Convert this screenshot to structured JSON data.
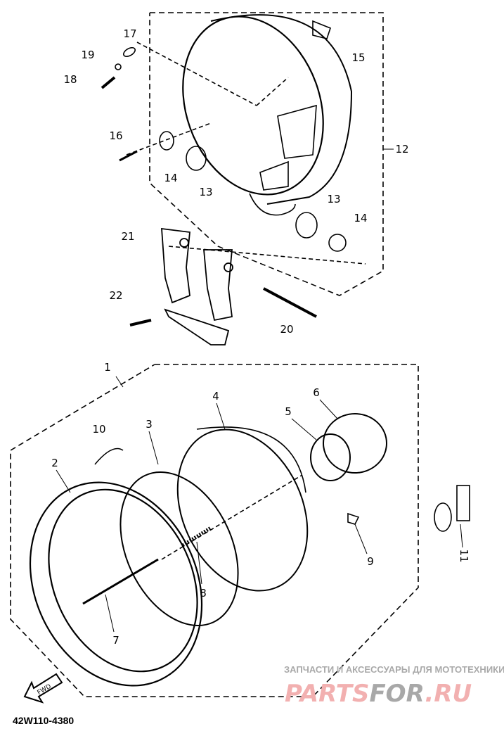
{
  "diagram": {
    "part_labels": [
      "1",
      "2",
      "3",
      "4",
      "5",
      "6",
      "7",
      "8",
      "9",
      "10",
      "11",
      "12",
      "13",
      "13",
      "14",
      "14",
      "15",
      "16",
      "17",
      "18",
      "19",
      "20",
      "21",
      "22"
    ],
    "front_arrow_label": "FWD",
    "drawing_code": "42W110-4380"
  },
  "watermark": {
    "tagline": "ЗАПЧАСТИ И АКСЕССУАРЫ ДЛЯ МОТОТЕХНИКИ",
    "brand_part1": "PARTS",
    "brand_part2": "FOR",
    "brand_part3": ".RU",
    "colors": {
      "pink": "#f2b0b0",
      "gray": "#a8a8a8"
    }
  }
}
